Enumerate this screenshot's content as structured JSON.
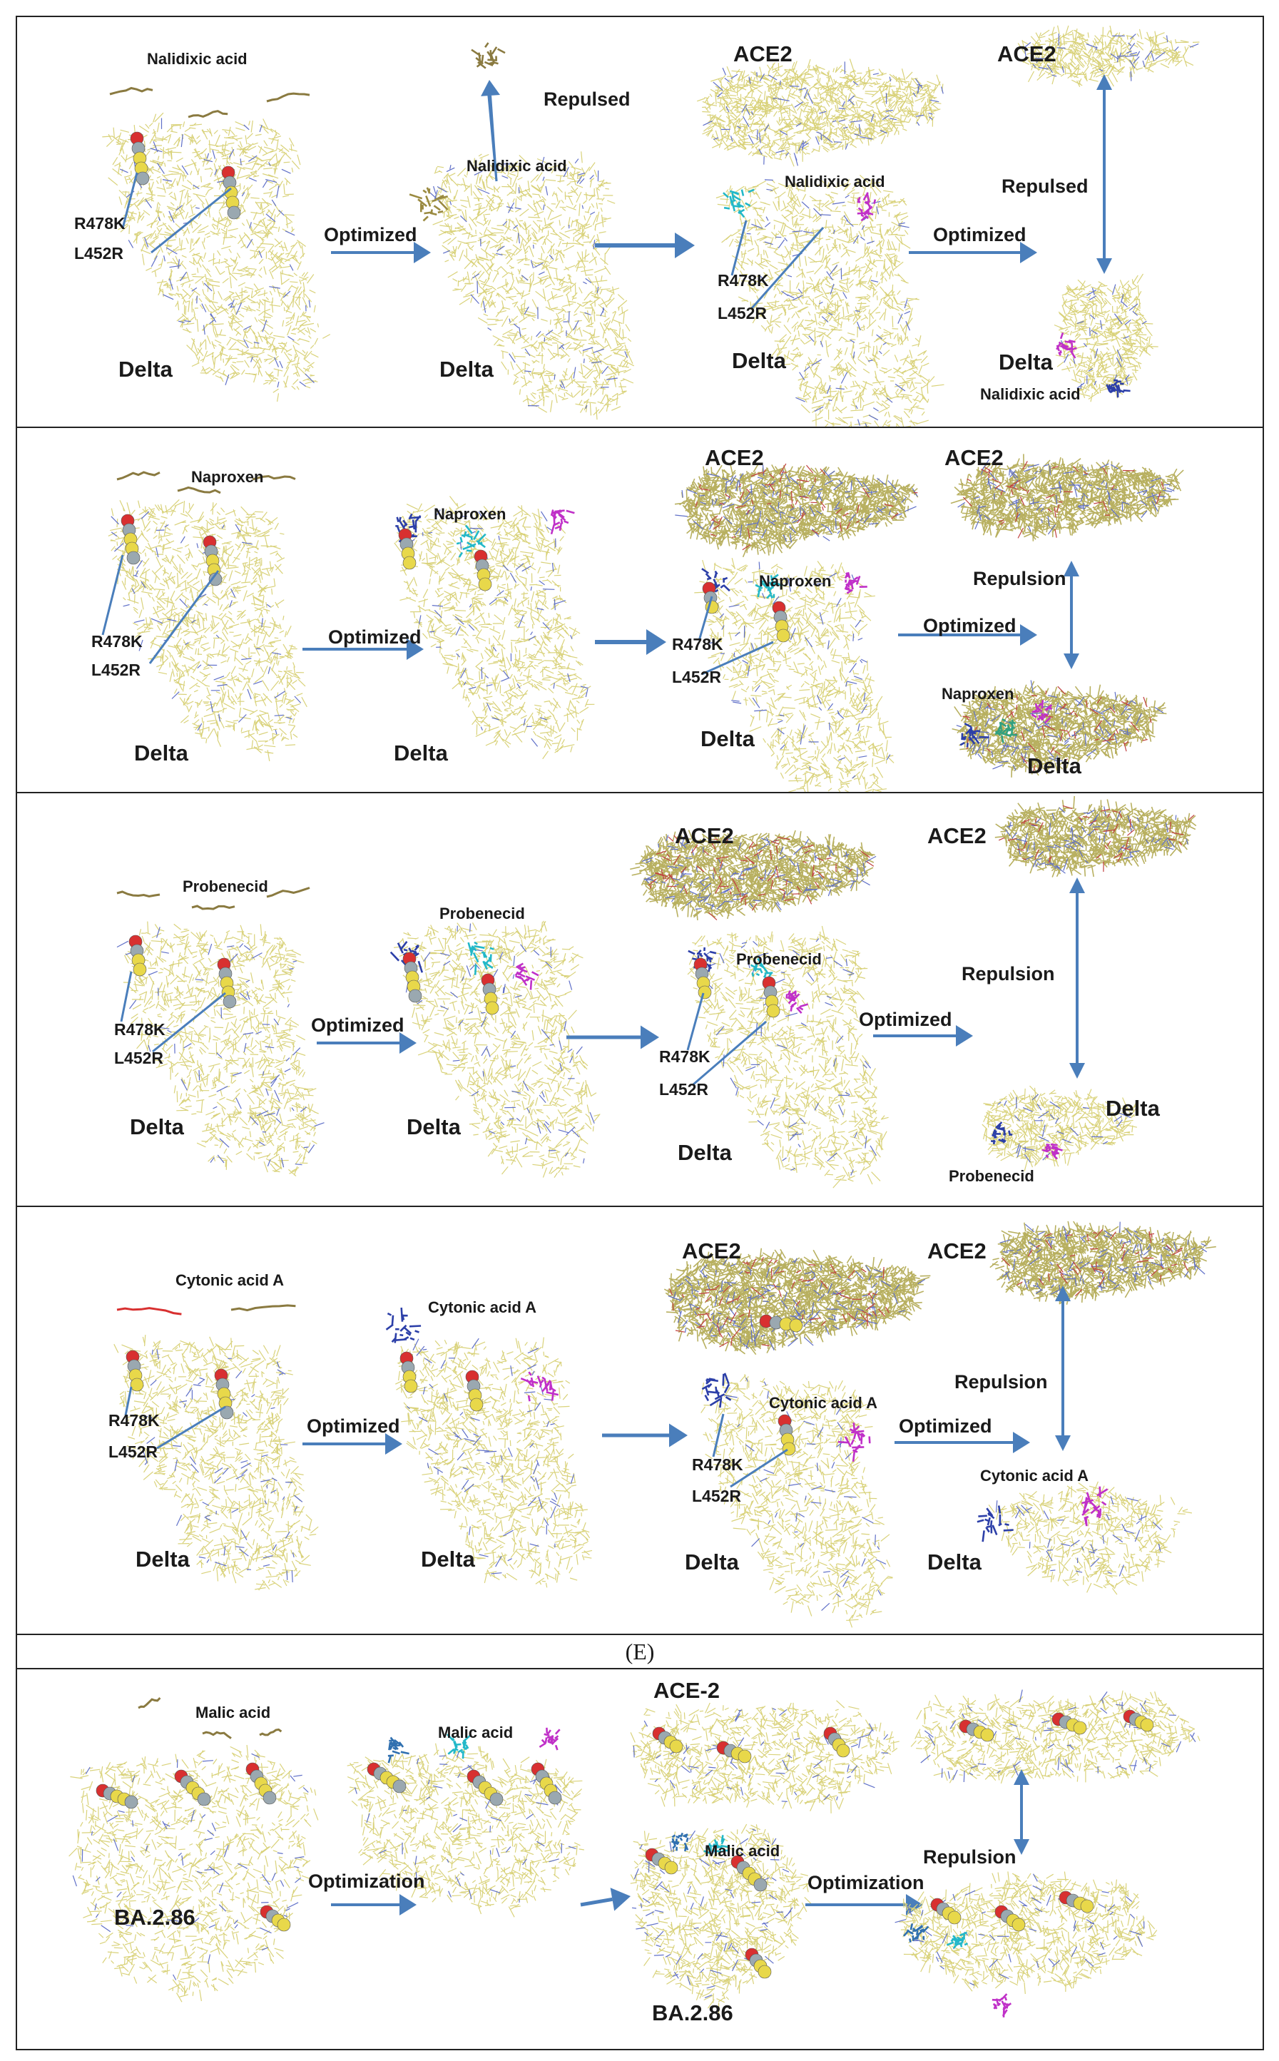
{
  "panels": [
    {
      "ligand": "Nalidixic acid",
      "variant": "Delta",
      "receptor": "ACE2",
      "step_label": "Optimized",
      "repulse_top": "Repulsed",
      "repulse_mid": "Repulsed",
      "mutation_1": "R478K",
      "mutation_2": "L452R"
    },
    {
      "ligand": "Naproxen",
      "variant": "Delta",
      "receptor": "ACE2",
      "step_label": "Optimized",
      "repulse_mid": "Repulsion",
      "mutation_1": "R478K",
      "mutation_2": "L452R"
    },
    {
      "ligand": "Probenecid",
      "variant": "Delta",
      "receptor": "ACE2",
      "step_label": "Optimized",
      "repulse_mid": "Repulsion",
      "mutation_1": "R478K",
      "mutation_2": "L452R"
    },
    {
      "ligand": "Cytonic acid A",
      "variant": "Delta",
      "receptor": "ACE2",
      "step_label": "Optimized",
      "repulse_mid": "Repulsion",
      "mutation_1": "R478K",
      "mutation_2": "L452R"
    }
  ],
  "caption": "(E)",
  "panel_e": {
    "ligand": "Malic acid",
    "variant": "BA.2.86",
    "receptor": "ACE-2",
    "step_label": "Optimization",
    "repulse_mid": "Repulsion"
  },
  "colors": {
    "arrow": "#4a7ebb",
    "stick": "#d9d27a",
    "stick_dark": "#b8b060",
    "blue_lig": "#2c3fa8",
    "cyan_lig": "#22b8c8",
    "magenta_lig": "#c030c8",
    "sphere_yellow": "#e8d84a",
    "sphere_red": "#d83030",
    "sphere_grey": "#9aa8b0"
  }
}
